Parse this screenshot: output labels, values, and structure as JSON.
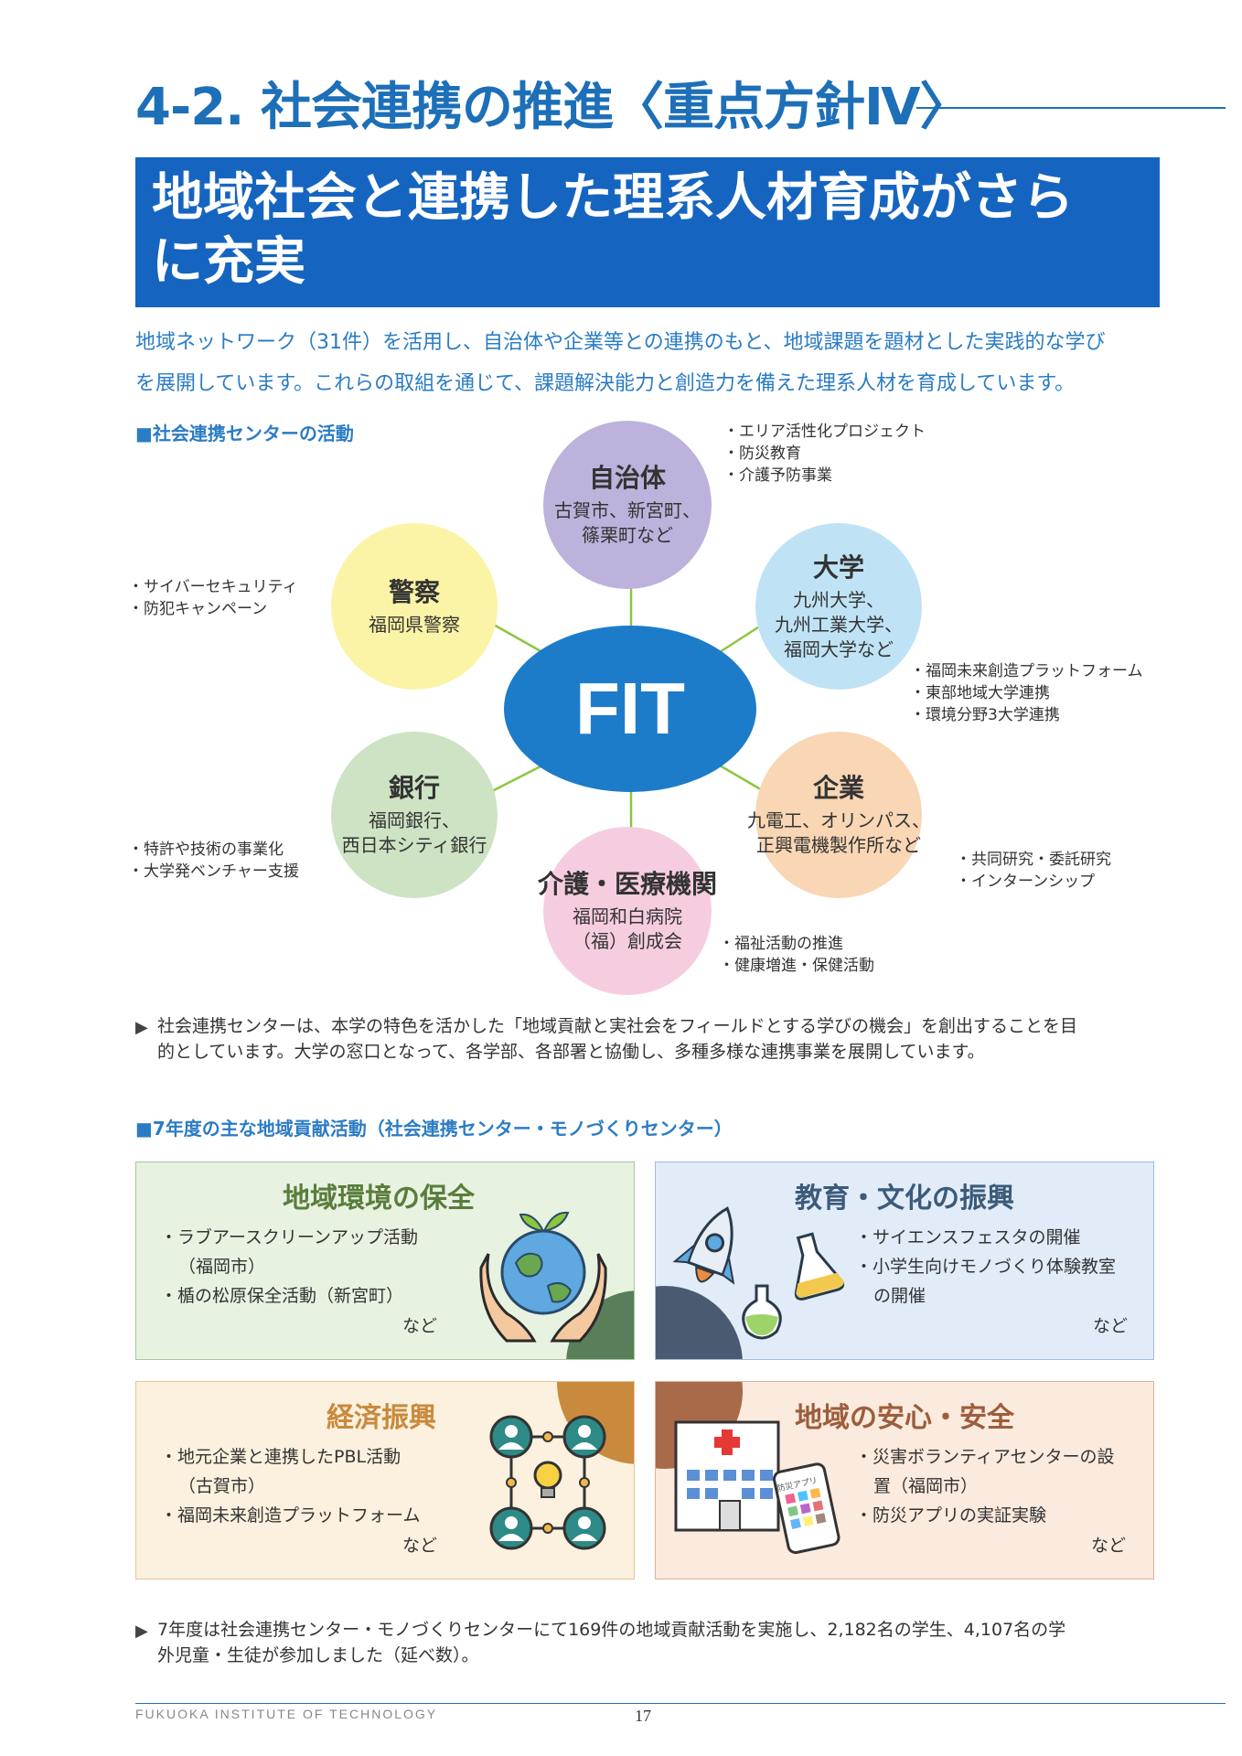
{
  "header": {
    "section_title": "4-2. 社会連携の推進〈重点方針Ⅳ〉",
    "headline_line1": "地域社会と連携した理系人材育成がさら",
    "headline_line2": "に充実"
  },
  "intro": {
    "line1": "地域ネットワーク（31件）を活用し、自治体や企業等との連携のもと、地域課題を題材とした実践的な学び",
    "line2": "を展開しています。これらの取組を通じて、課題解決能力と創造力を備えた理系人材を育成しています。"
  },
  "center_section": {
    "heading": "■社会連携センターの活動",
    "center_label": "FIT",
    "partners": [
      {
        "name": "自治体",
        "members": [
          "古賀市、新宮町、",
          "篠栗町など"
        ],
        "color": "#bdb2dc",
        "activities": [
          "エリア活性化プロジェクト",
          "防災教育",
          "介護予防事業"
        ]
      },
      {
        "name": "大学",
        "members": [
          "九州大学、",
          "九州工業大学、",
          "福岡大学など"
        ],
        "color": "#bfe3f5",
        "activities": [
          "福岡未来創造プラットフォーム",
          "東部地域大学連携",
          "環境分野3大学連携"
        ]
      },
      {
        "name": "企業",
        "members": [
          "九電工、オリンパス、",
          "正興電機製作所など"
        ],
        "color": "#f9d6b4",
        "activities": [
          "共同研究・委託研究",
          "インターンシップ"
        ]
      },
      {
        "name": "介護・医療機関",
        "members": [
          "福岡和白病院",
          "（福）創成会"
        ],
        "color": "#f6cde0",
        "activities": [
          "福祉活動の推進",
          "健康増進・保健活動"
        ]
      },
      {
        "name": "銀行",
        "members": [
          "福岡銀行、",
          "西日本シティ銀行"
        ],
        "color": "#cde3c3",
        "activities": [
          "特許や技術の事業化",
          "大学発ベンチャー支援"
        ]
      },
      {
        "name": "警察",
        "members": [
          "福岡県警察"
        ],
        "color": "#fbf4a6",
        "activities": [
          "サイバーセキュリティ",
          "防犯キャンペーン"
        ]
      }
    ],
    "note_line1": "社会連携センターは、本学の特色を活かした「地域貢献と実社会をフィールドとする学びの機会」を創出することを目",
    "note_line2": "的としています。大学の窓口となって、各学部、各部署と協働し、多種多様な連携事業を展開しています。"
  },
  "activities_section": {
    "heading": "■7年度の主な地域貢献活動（社会連携センター・モノづくりセンター）",
    "cards": [
      {
        "title": "地域環境の保全",
        "items": [
          "ラブアースクリーンアップ活動（福岡市）",
          "楯の松原保全活動（新宮町）"
        ],
        "nado": "など",
        "title_color": "#5a7d3c",
        "bg": "#e8f2e1",
        "border": "#a9c79a",
        "icon": "earth-in-hands-icon"
      },
      {
        "title": "教育・文化の振興",
        "items": [
          "サイエンスフェスタの開催",
          "小学生向けモノづくり体験教室の開催"
        ],
        "nado": "など",
        "title_color": "#3d5a7a",
        "bg": "#e1ecf8",
        "border": "#9fbde0",
        "icon": "rocket-flask-icon"
      },
      {
        "title": "経済振興",
        "items": [
          "地元企業と連携したPBL活動（古賀市）",
          "福岡未来創造プラットフォーム"
        ],
        "nado": "など",
        "title_color": "#c98a3e",
        "bg": "#fbf1de",
        "border": "#e5c48f",
        "icon": "network-people-icon"
      },
      {
        "title": "地域の安心・安全",
        "items": [
          "災害ボランティアセンターの設置（福岡市）",
          "防災アプリの実証実験"
        ],
        "nado": "など",
        "title_color": "#9c5d3c",
        "bg": "#fbeade",
        "border": "#e0b296",
        "icon": "hospital-phone-icon"
      }
    ],
    "phone_app_label": "防災アプリ",
    "summary_line1": "7年度は社会連携センター・モノづくりセンターにて169件の地域貢献活動を実施し、2,182名の学生、4,107名の学",
    "summary_line2": "外児童・生徒が参加しました（延べ数）。"
  },
  "footer": {
    "institution": "FUKUOKA INSTITUTE OF TECHNOLOGY",
    "page_number": "17"
  }
}
